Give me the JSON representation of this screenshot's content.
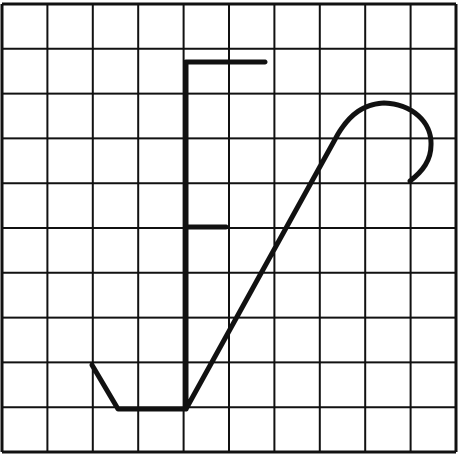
{
  "diagram": {
    "kind": "drawing on square grid",
    "grid": {
      "columns": 10,
      "rows": 10
    },
    "colors": {
      "background": "#ffffff",
      "grid_line": "#111111",
      "drawing_line": "#111111"
    }
  }
}
